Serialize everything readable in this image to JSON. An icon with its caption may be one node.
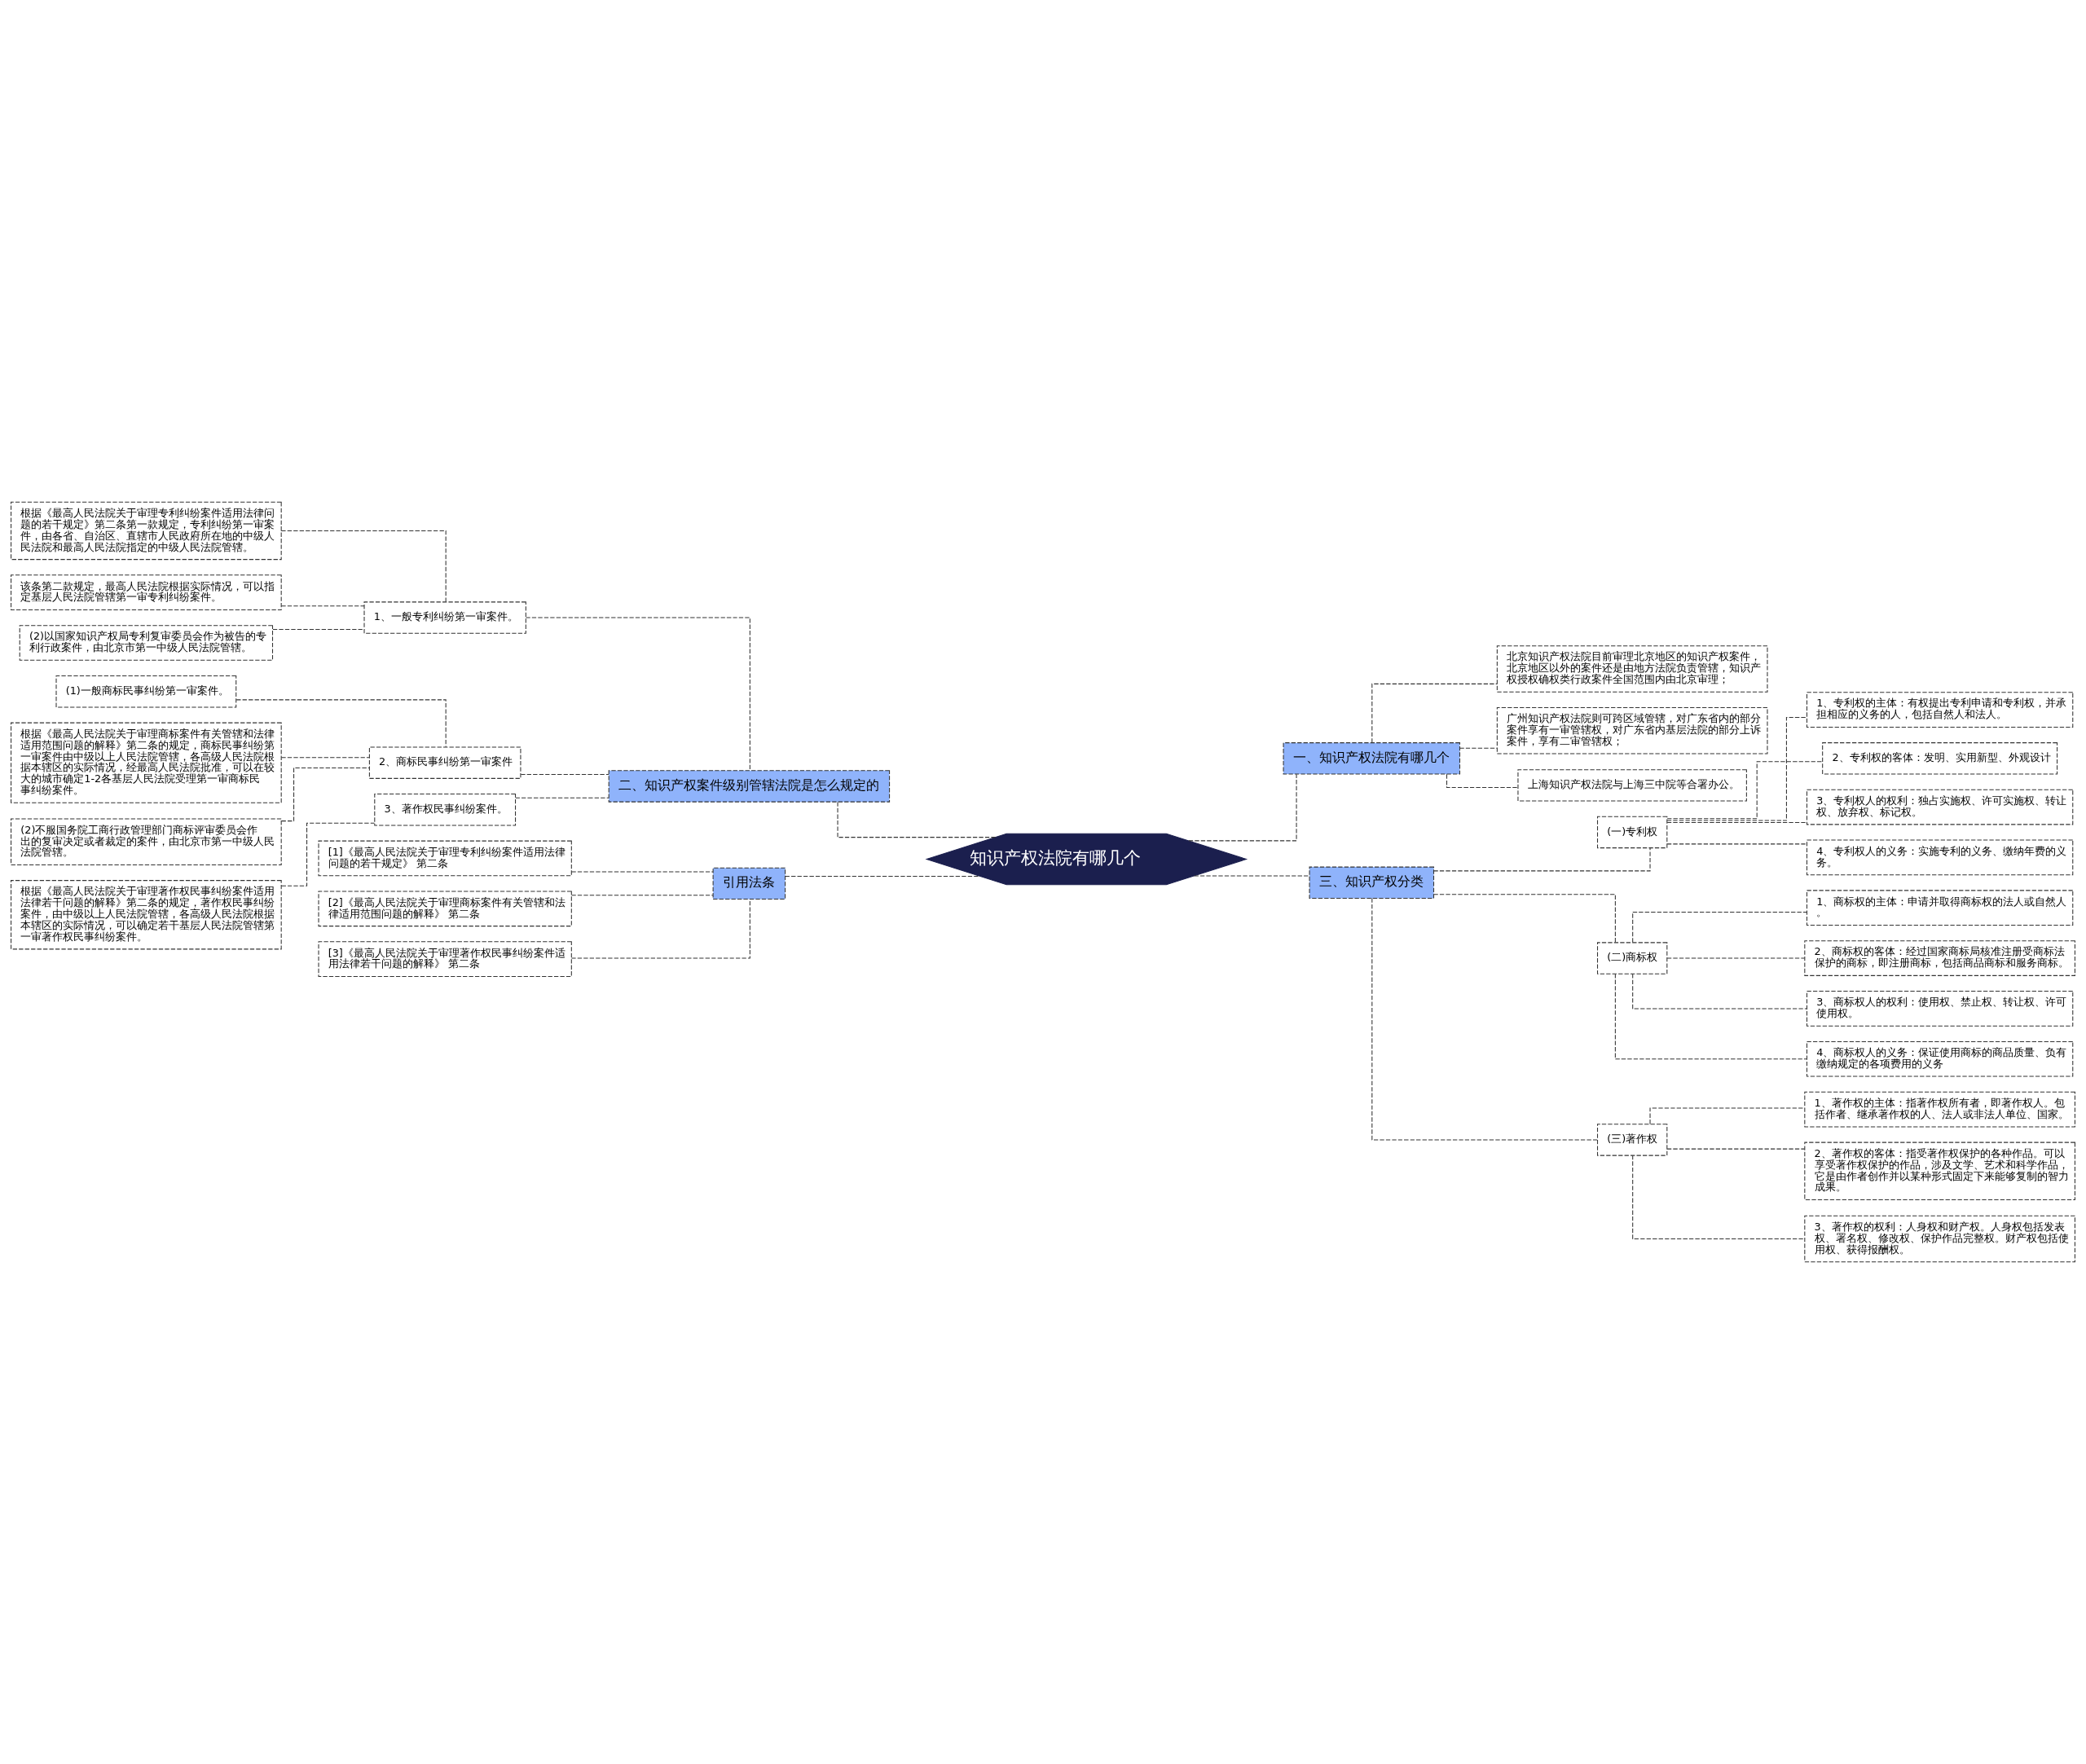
{
  "diagram": {
    "nodes": [
      {
        "text": [
          "知识产权法院有哪几个"
        ]
      },
      {
        "text": [
          "二、知识产权案件级别管辖法院是怎么规定的"
        ]
      },
      {
        "text": [
          "1、一般专利纠纷第一审案件。"
        ]
      },
      {
        "text": [
          "根据《最高人民法院关于审理专利纠纷案件适用法律问题的若干规定》第二条第一款规定，专利纠纷第一审案件，由各省、自治区、直辖市人民政府所在地的中级人民法院和最高人民法院指定的中级人民法院管辖。"
        ]
      },
      {
        "text": [
          "该条第二款规定，最高人民法院根据实际情况，可以指定基层人民法院管辖第一审专利纠纷案件。"
        ]
      },
      {
        "text": [
          "(2)以国家知识产权局专利复审委员会作为被告的专利行政案件，由北京市第一中级人民法院管辖。"
        ]
      },
      {
        "text": [
          "2、商标民事纠纷第一审案件"
        ]
      },
      {
        "text": [
          "(1)一般商标民事纠纷第一审案件。"
        ]
      },
      {
        "text": [
          "根据《最高人民法院关于审理商标案件有关管辖和法律适用范围问题的解释》第二条的规定，商标民事纠纷第一审案件由中级以上人民法院管辖，各高级人民法院根据本辖区的实际情况，经最高人民法院批准，可以在较大的城市确定1-2各基层人民法院受理第一审商标民事纠纷案件。"
        ]
      },
      {
        "text": [
          "(2)不服国务院工商行政管理部门商标评审委员会作出的复审决定或者裁定的案件，由北京市第一中级人民法院管辖。"
        ]
      },
      {
        "text": [
          "3、著作权民事纠纷案件。"
        ]
      },
      {
        "text": [
          "根据《最高人民法院关于审理著作权民事纠纷案件适用法律若干问题的解释》第二条的规定，著作权民事纠纷案件，由中级以上人民法院管辖，各高级人民法院根据本辖区的实际情况，可以确定若干基层人民法院管辖第一审著作权民事纠纷案件。"
        ]
      },
      {
        "text": [
          "引用法条"
        ]
      },
      {
        "text": [
          "[1]《最高人民法院关于审理专利纠纷案件适用法律问题的若干规定》 第二条"
        ]
      },
      {
        "text": [
          "[2]《最高人民法院关于审理商标案件有关管辖和法律适用范围问题的解释》 第二条"
        ]
      },
      {
        "text": [
          "[3]《最高人民法院关于审理著作权民事纠纷案件适用法律若干问题的解释》 第二条"
        ]
      },
      {
        "text": [
          "一、知识产权法院有哪几个"
        ]
      },
      {
        "text": [
          "北京知识产权法院目前审理北京地区的知识产权案件，北京地区以外的案件还是由地方法院负责管辖，知识产权授权确权类行政案件全国范围内由北京审理；"
        ]
      },
      {
        "text": [
          "广州知识产权法院则可跨区域管辖，对广东省内的部分案件享有一审管辖权，对广东省内基层法院的部分上诉案件，享有二审管辖权；"
        ]
      },
      {
        "text": [
          "上海知识产权法院与上海三中院等合署办公。"
        ]
      },
      {
        "text": [
          "三、知识产权分类"
        ]
      },
      {
        "text": [
          "(一)专利权"
        ]
      },
      {
        "text": [
          "1、专利权的主体：有权提出专利申请和专利权，并承担相应的义务的人，包括自然人和法人。"
        ]
      },
      {
        "text": [
          "2、专利权的客体：发明、实用新型、外观设计"
        ]
      },
      {
        "text": [
          "3、专利权人的权利：独占实施权、许可实施权、转让权、放弃权、标记权。"
        ]
      },
      {
        "text": [
          "4、专利权人的义务：实施专利的义务、缴纳年费的义务。"
        ]
      },
      {
        "text": [
          "(二)商标权"
        ]
      },
      {
        "text": [
          "1、商标权的主体：申请并取得商标权的法人或自然人。"
        ]
      },
      {
        "text": [
          "2、商标权的客体：经过国家商标局核准注册受商标法保护的商标，即注册商标，包括商品商标和服务商标。"
        ]
      },
      {
        "text": [
          "3、商标权人的权利：使用权、禁止权、转让权、许可使用权。"
        ]
      },
      {
        "text": [
          "4、商标权人的义务：保证使用商标的商品质量、负有缴纳规定的各项费用的义务"
        ]
      },
      {
        "text": [
          "(三)著作权"
        ]
      },
      {
        "text": [
          "1、著作权的主体：指著作权所有者，即著作权人。包括作者、继承著作权的人、法人或非法人单位、国家。"
        ]
      },
      {
        "text": [
          "2、著作权的客体：指受著作权保护的各种作品。可以享受著作权保护的作品，涉及文学、艺术和科学作品，它是由作者创作并以某种形式固定下来能够复制的智力成果。"
        ]
      },
      {
        "text": [
          "3、著作权的权利：人身权和财产权。人身权包括发表权、署名权、修改权、保护作品完整权。财产权包括使用权、获得报酬权。"
        ]
      }
    ],
    "edges": [
      {
        "from": 1,
        "to": 0,
        "arrow": "none"
      },
      {
        "from": 2,
        "to": 1,
        "arrow": "none"
      },
      {
        "from": 3,
        "to": 2,
        "arrow": "none"
      },
      {
        "from": 4,
        "to": 2,
        "arrow": "none"
      },
      {
        "from": 5,
        "to": 2,
        "arrow": "none"
      },
      {
        "from": 6,
        "to": 1,
        "arrow": "none"
      },
      {
        "from": 7,
        "to": 6,
        "arrow": "none"
      },
      {
        "from": 8,
        "to": 6,
        "arrow": "none"
      },
      {
        "from": 9,
        "to": 6,
        "arrow": "none"
      },
      {
        "from": 10,
        "to": 1,
        "arrow": "none"
      },
      {
        "from": 11,
        "to": 10,
        "arrow": "none"
      },
      {
        "from": 12,
        "to": 0,
        "arrow": "none"
      },
      {
        "from": 13,
        "to": 12,
        "arrow": "none"
      },
      {
        "from": 14,
        "to": 12,
        "arrow": "none"
      },
      {
        "from": 15,
        "to": 12,
        "arrow": "none"
      },
      {
        "from": 0,
        "to": 16,
        "arrow": "none"
      },
      {
        "from": 16,
        "to": 17,
        "arrow": "none"
      },
      {
        "from": 16,
        "to": 18,
        "arrow": "none"
      },
      {
        "from": 16,
        "to": 19,
        "arrow": "none"
      },
      {
        "from": 0,
        "to": 20,
        "arrow": "none"
      },
      {
        "from": 20,
        "to": 21,
        "arrow": "none"
      },
      {
        "from": 21,
        "to": 22,
        "arrow": "none"
      },
      {
        "from": 21,
        "to": 23,
        "arrow": "none"
      },
      {
        "from": 21,
        "to": 24,
        "arrow": "none"
      },
      {
        "from": 21,
        "to": 25,
        "arrow": "none"
      },
      {
        "from": 20,
        "to": 26,
        "arrow": "none"
      },
      {
        "from": 26,
        "to": 27,
        "arrow": "none"
      },
      {
        "from": 26,
        "to": 28,
        "arrow": "none"
      },
      {
        "from": 26,
        "to": 29,
        "arrow": "none"
      },
      {
        "from": 26,
        "to": 30,
        "arrow": "none"
      },
      {
        "from": 20,
        "to": 31,
        "arrow": "none"
      },
      {
        "from": 31,
        "to": 32,
        "arrow": "none"
      },
      {
        "from": 31,
        "to": 33,
        "arrow": "none"
      },
      {
        "from": 31,
        "to": 34,
        "arrow": "none"
      }
    ]
  }
}
